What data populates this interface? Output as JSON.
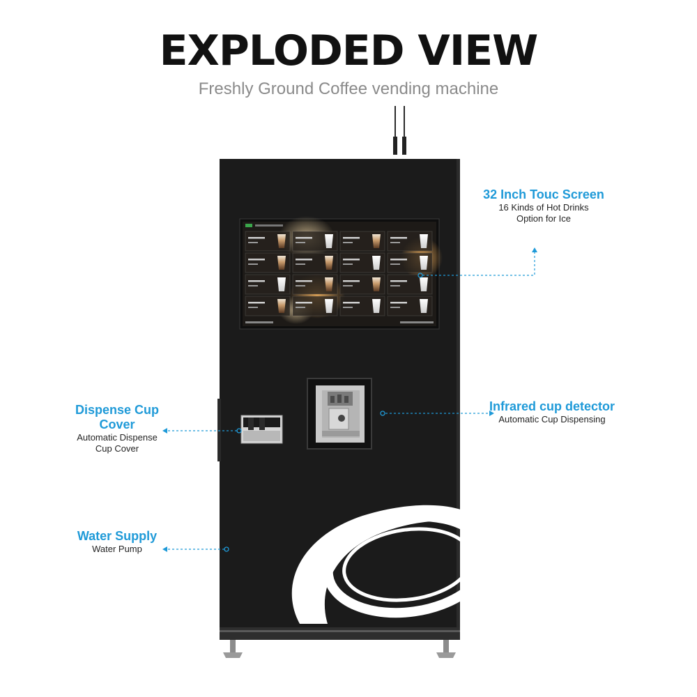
{
  "title": "EXPLODED VIEW",
  "subtitle": "Freshly Ground Coffee vending machine",
  "colors": {
    "accent": "#1f9ad8",
    "machine": "#1b1b1b",
    "swoosh": "#ffffff"
  },
  "callouts": {
    "screen": {
      "heading": "32 Inch Touc  Screen",
      "lines": [
        "16 Kinds of Hot Drinks",
        "Option for Ice"
      ]
    },
    "infrared": {
      "heading": "Infrared cup detector",
      "lines": [
        "Automatic Cup Dispensing"
      ]
    },
    "dispense": {
      "heading_lines": [
        "Dispense Cup",
        "Cover"
      ],
      "lines": [
        "Automatic Dispense",
        "Cup Cover"
      ]
    },
    "water": {
      "heading": "Water Supply",
      "lines": [
        "Water Pump"
      ]
    }
  }
}
